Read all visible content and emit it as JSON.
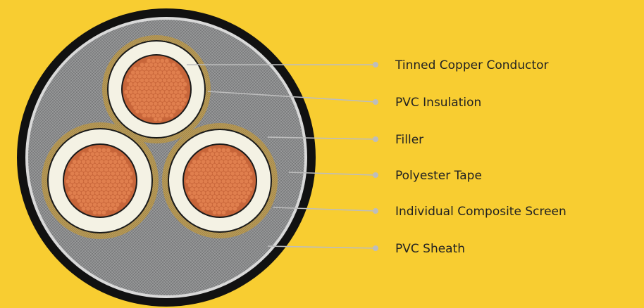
{
  "background_color": "#F8CD31",
  "cable": {
    "sheath_color": "#111111",
    "filler_color": "#8C8D8E",
    "tape_color": "#B79A58",
    "insulation_color": "#F4F2E4",
    "conductor_color": "#E07F4E",
    "leader_line_color": "#BDBDBD"
  },
  "labels": [
    {
      "id": "conductor",
      "text": "Tinned Copper Conductor"
    },
    {
      "id": "insulation",
      "text": "PVC Insulation"
    },
    {
      "id": "filler",
      "text": "Filler"
    },
    {
      "id": "tape",
      "text": "Polyester Tape"
    },
    {
      "id": "screen",
      "text": "Individual Composite Screen"
    },
    {
      "id": "sheath",
      "text": "PVC Sheath"
    }
  ]
}
